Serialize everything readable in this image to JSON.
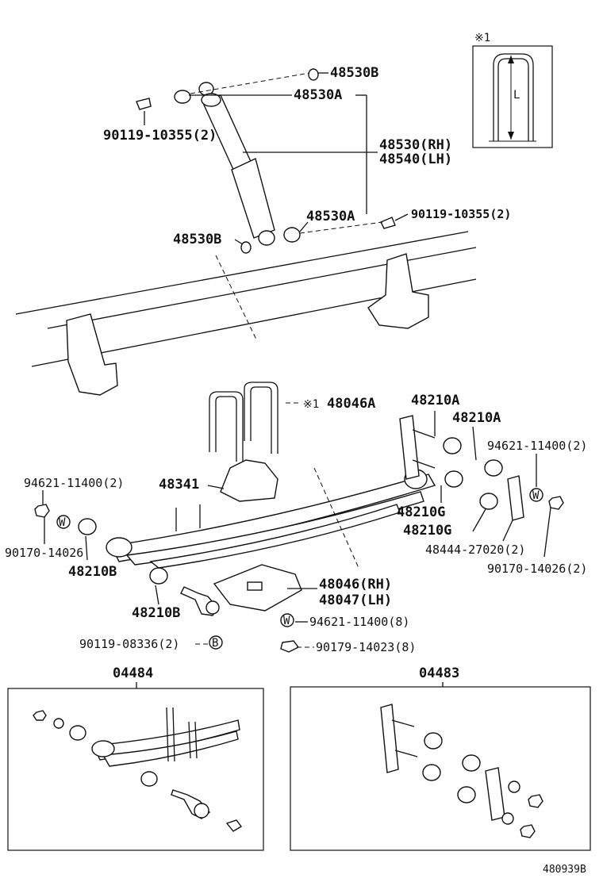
{
  "labels": {
    "p48530B_top": "48530B",
    "p48530A_top": "48530A",
    "p90119_10355_left": "90119-10355(2)",
    "p48530_rh": "48530(RH)",
    "p48540_lh": "48540(LH)",
    "p48530A_low": "48530A",
    "p90119_10355_right": "90119-10355(2)",
    "p48530B_low": "48530B",
    "p48046A": "48046A",
    "p48210A_1": "48210A",
    "p48210A_2": "48210A",
    "p94621_11400_right": "94621-11400(2)",
    "p94621_11400_left": "94621-11400(2)",
    "p48341": "48341",
    "p48210G_1": "48210G",
    "p48210G_2": "48210G",
    "p48444_27020": "48444-27020(2)",
    "p90170_14026_left": "90170-14026",
    "p48210B_1": "48210B",
    "p90170_14026_right": "90170-14026(2)",
    "p48046_rh": "48046(RH)",
    "p48047_lh": "48047(LH)",
    "p48210B_2": "48210B",
    "p94621_11400_8": "94621-11400(8)",
    "p90119_08336": "90119-08336(2)",
    "p90179_14023": "90179-14023(8)",
    "kit_04484": "04484",
    "kit_04483": "04483",
    "ref_mark": "※1",
    "ref_mark_2": "※1",
    "inset_L": "L",
    "marker_W": "W",
    "marker_B": "B",
    "drawing_no": "480939B"
  }
}
